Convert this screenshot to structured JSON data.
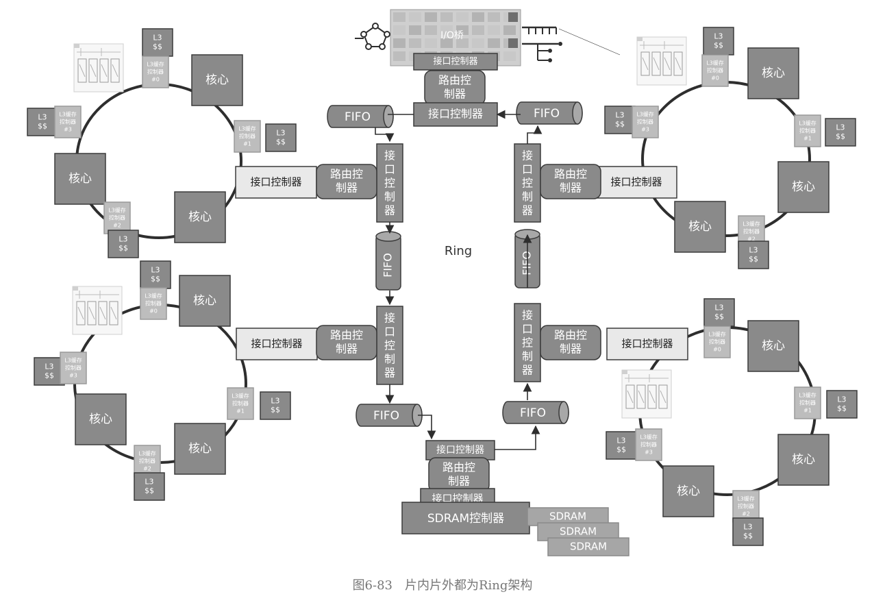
{
  "labels": {
    "io_bridge": "I/O桥",
    "interface_controller": "接口控制器",
    "router": "路由控制器",
    "fifo": "FIFO",
    "ring": "Ring",
    "core": "核心",
    "l3": "L3",
    "l3_dollar": "$$",
    "l3_ctrl": "L3缓存控制器",
    "sdram_controller": "SDRAM控制器",
    "sdram": "SDRAM",
    "bank_ids": [
      "#0",
      "#1",
      "#2",
      "#3"
    ]
  },
  "caption": "图6-83　片内片外都为Ring架构",
  "colors": {
    "dark_box": "#8a8a8a",
    "box_border": "#3a3a3a",
    "light_box": "#e9e9e9",
    "mid_box": "#bdbdbd",
    "ring_line": "#2e2e2e",
    "text_white": "#ffffff",
    "text_dark": "#222222"
  }
}
